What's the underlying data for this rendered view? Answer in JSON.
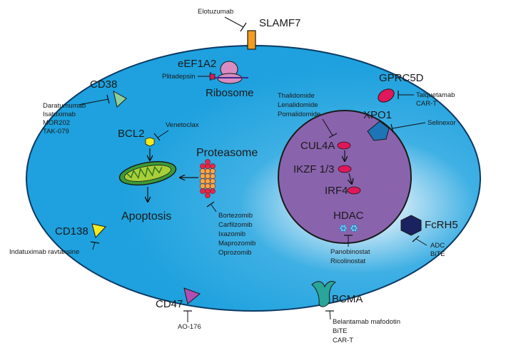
{
  "targets": {
    "slamf7": {
      "name": "SLAMF7",
      "drugs": [
        "Elotuzumab"
      ]
    },
    "cd38": {
      "name": "CD38",
      "drugs": [
        "Daratumumab",
        "Isatuximab",
        "MOR202",
        "TAK-079"
      ]
    },
    "gprc5d": {
      "name": "GPRC5D",
      "drugs": [
        "Talquetamab",
        "CAR-T"
      ]
    },
    "xpo1": {
      "name": "XPO1",
      "drugs": [
        "Selinexor"
      ]
    },
    "cd138": {
      "name": "CD138",
      "drugs": [
        "Indatuximab ravtansine"
      ]
    },
    "fcrh5": {
      "name": "FcRH5",
      "drugs": [
        "ADC",
        "BiTE"
      ]
    },
    "cd47": {
      "name": "CD47",
      "drugs": [
        "AO-176"
      ]
    },
    "bcma": {
      "name": "BCMA",
      "drugs": [
        "Belantamab mafodotin",
        "BiTE",
        "CAR-T"
      ]
    }
  },
  "cytoplasm": {
    "eef1a2": {
      "name": "eEF1A2",
      "drug": "Plitadepsin"
    },
    "ribosome": "Ribosome",
    "bcl2": {
      "name": "BCL2",
      "drug": "Venetoclax"
    },
    "apoptosis": "Apoptosis",
    "proteasome": {
      "name": "Proteasome",
      "drugs": [
        "Bortezomib",
        "Carfilzomib",
        "Ixazomib",
        "Maprozomib",
        "Oprozomib"
      ]
    }
  },
  "nucleus": {
    "imids": [
      "Thalidomide",
      "Lenalidomide",
      "Pomalidomide"
    ],
    "cul4a": "CUL4A",
    "ikzf": "IKZF 1/3",
    "irf4": "IRF4",
    "hdac": {
      "name": "HDAC",
      "drugs": [
        "Panobinostat",
        "Ricolinostat"
      ]
    }
  },
  "colors": {
    "cell": "#2aa2dc",
    "cell_edge": "#0b3a63",
    "nucleus": "#8a63ad",
    "slamf7": "#f39c1f",
    "cd38": "#8fcf9b",
    "gprc5d": "#e0175a",
    "xpo1": "#1d74b7",
    "cd138": "#f4ea1d",
    "fcrh5": "#1b2260",
    "cd47": "#b14eb4",
    "bcma": "#2aa59a",
    "ribosome": "#d98cc2",
    "mito_outer": "#3b9b37",
    "mito_inner": "#a8cf3a",
    "proteasome_red": "#e4284b",
    "proteasome_orange": "#f3a64a",
    "bcl2": "#f4ea1d",
    "hdac": "#1d74b7"
  }
}
